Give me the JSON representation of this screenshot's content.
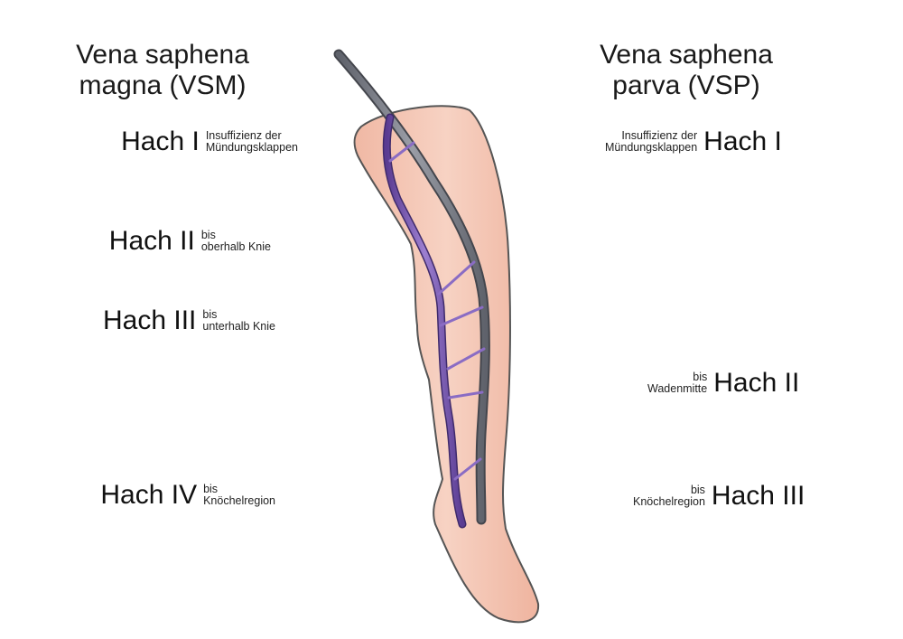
{
  "vsm": {
    "heading_line1": "Vena saphena",
    "heading_line2": "magna (VSM)",
    "stages": [
      {
        "title": "Hach I",
        "note_line1": "Insuffizienz der",
        "note_line2": "Mündungsklappen"
      },
      {
        "title": "Hach II",
        "note_line1": "bis",
        "note_line2": "oberhalb Knie"
      },
      {
        "title": "Hach III",
        "note_line1": "bis",
        "note_line2": "unterhalb Knie"
      },
      {
        "title": "Hach IV",
        "note_line1": "bis",
        "note_line2": "Knöchelregion"
      }
    ]
  },
  "vsp": {
    "heading_line1": "Vena saphena",
    "heading_line2": "parva (VSP)",
    "stages": [
      {
        "title": "Hach I",
        "note_line1": "Insuffizienz der",
        "note_line2": "Mündungsklappen"
      },
      {
        "title": "Hach II",
        "note_line1": "bis",
        "note_line2": "Wadenmitte"
      },
      {
        "title": "Hach III",
        "note_line1": "bis",
        "note_line2": "Knöchelregion"
      }
    ]
  },
  "colors": {
    "skin": "#f5c7b5",
    "skin_outline": "#555555",
    "vsm_vein": "#7b5bb0",
    "vsp_vein": "#7a7d87"
  }
}
